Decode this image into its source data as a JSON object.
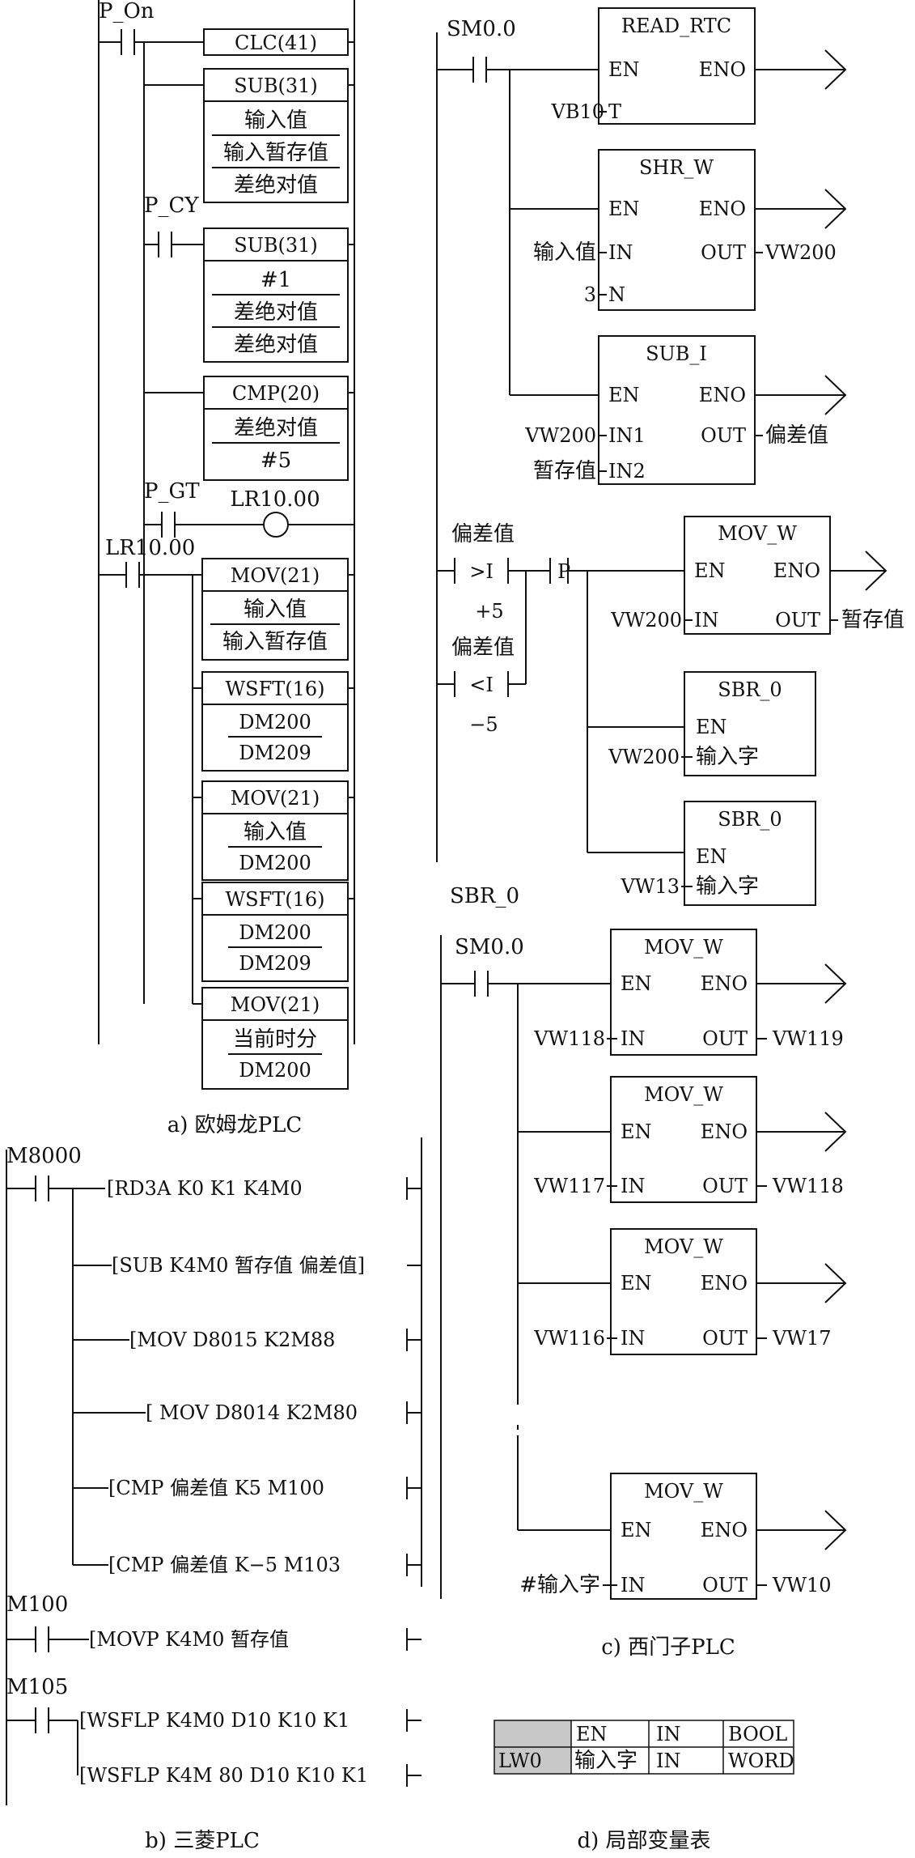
{
  "omron": {
    "caption": "a) 欧姆龙PLC",
    "contacts": [
      "P_On",
      "P_CY",
      "P_GT",
      "LR10.00"
    ],
    "coil": "LR10.00",
    "blocks": [
      {
        "title": "CLC(41)",
        "ops": []
      },
      {
        "title": "SUB(31)",
        "ops": [
          "输入值",
          "输入暂存值",
          "差绝对值"
        ]
      },
      {
        "title": "SUB(31)",
        "ops": [
          "#1",
          "差绝对值",
          "差绝对值"
        ]
      },
      {
        "title": "CMP(20)",
        "ops": [
          "差绝对值",
          "#5"
        ]
      },
      {
        "title": "MOV(21)",
        "ops": [
          "输入值",
          "输入暂存值"
        ]
      },
      {
        "title": "WSFT(16)",
        "ops": [
          "DM200",
          "DM209"
        ]
      },
      {
        "title": "MOV(21)",
        "ops": [
          "输入值",
          "DM200"
        ]
      },
      {
        "title": "WSFT(16)",
        "ops": [
          "DM200",
          "DM209"
        ]
      },
      {
        "title": "MOV(21)",
        "ops": [
          "当前时分",
          "DM200"
        ]
      }
    ]
  },
  "mitsubishi": {
    "caption": "b) 三菱PLC",
    "contacts": [
      "M8000",
      "M100",
      "M105"
    ],
    "instructions": [
      "[RD3A  K0   K1     K4M0",
      "[SUB K4M0 暂存值  偏差值]",
      "[MOV  D8015      K2M88",
      "[ MOV D8014   K2M80",
      "[CMP 偏差值    K5    M100",
      "[CMP 偏差值   K−5    M103",
      "[MOVP K4M0  暂存值",
      "[WSFLP  K4M0 D10 K10   K1",
      "[WSFLP  K4M 80 D10  K10 K1"
    ]
  },
  "siemens": {
    "caption": "c) 西门子PLC",
    "main_contact": "SM0.0",
    "read_rtc": {
      "title": "READ_RTC",
      "en": "EN",
      "eno": "ENO",
      "t_in": "T",
      "t_val": "VB10"
    },
    "shr": {
      "title": "SHR_W",
      "en": "EN",
      "eno": "ENO",
      "in": "IN",
      "n": "N",
      "out": "OUT",
      "in_val": "输入值",
      "n_val": "3",
      "out_val": "VW200"
    },
    "sub": {
      "title": "SUB_I",
      "en": "EN",
      "eno": "ENO",
      "in1": "IN1",
      "in2": "IN2",
      "out": "OUT",
      "in1_val": "VW200",
      "in2_val": "暂存值",
      "out_val": "偏差值"
    },
    "compare": {
      "label1": "偏差值",
      "op1": ">I",
      "const1": "+5",
      "label2": "偏差值",
      "op2": "<I",
      "const2": "−5",
      "edge": "P"
    },
    "mov": {
      "title": "MOV_W",
      "en": "EN",
      "eno": "ENO",
      "in": "IN",
      "out": "OUT",
      "in_val": "VW200",
      "out_val": "暂存值"
    },
    "sbr_calls": [
      {
        "title": "SBR_0",
        "en": "EN",
        "pin": "输入字",
        "val": "VW200"
      },
      {
        "title": "SBR_0",
        "en": "EN",
        "pin": "输入字",
        "val": "VW13"
      }
    ],
    "sbr_label": "SBR_0",
    "sub_contact": "SM0.0",
    "sub_movs": [
      {
        "title": "MOV_W",
        "en": "EN",
        "eno": "ENO",
        "in": "IN",
        "out": "OUT",
        "in_val": "VW118",
        "out_val": "VW119"
      },
      {
        "title": "MOV_W",
        "en": "EN",
        "eno": "ENO",
        "in": "IN",
        "out": "OUT",
        "in_val": "VW117",
        "out_val": "VW118"
      },
      {
        "title": "MOV_W",
        "en": "EN",
        "eno": "ENO",
        "in": "IN",
        "out": "OUT",
        "in_val": "VW116",
        "out_val": "VW17"
      },
      {
        "title": "MOV_W",
        "en": "EN",
        "eno": "ENO",
        "in": "IN",
        "out": "OUT",
        "in_val": "#输入字",
        "out_val": "VW10"
      }
    ]
  },
  "local_table": {
    "caption": "d) 局部变量表",
    "rows": [
      [
        "",
        "EN",
        "IN",
        "BOOL"
      ],
      [
        "LW0",
        "输入字",
        "IN",
        "WORD"
      ]
    ]
  }
}
